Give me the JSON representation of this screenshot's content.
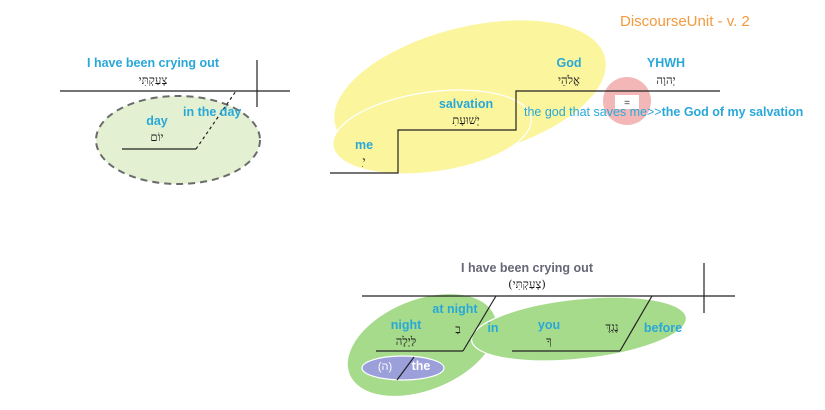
{
  "header": {
    "title": "DiscourseUnit - v. 2"
  },
  "colors": {
    "gloss": "#29a8d8",
    "gloss_gray": "#666677",
    "title": "#f39a3c",
    "yellow": "#fbf59e",
    "green_light": "#e3f1d2",
    "green": "#a6db8c",
    "purple": "#9b9fda",
    "pink": "#f4b7b8"
  },
  "unit1": {
    "verb_gloss": "I have been crying out",
    "verb_heb": "צָעַקְתִּי",
    "modifier_gloss": "in the day",
    "noun_gloss": "day",
    "noun_heb": "יוֹם"
  },
  "unit2": {
    "yhwh_gloss": "YHWH",
    "yhwh_heb": "יְהוָה",
    "god_gloss": "God",
    "god_heb": "אֱלֹהֵי",
    "salvation_gloss": "salvation",
    "salvation_heb": "יְשׁוּעָתִ",
    "me_gloss": "me",
    "me_heb": "ִי",
    "equals": "=",
    "paraphrase_plain": "the god that saves me>>",
    "paraphrase_bold": "the God of my salvation"
  },
  "unit3": {
    "verb_gloss": "I have been crying out",
    "verb_heb": "(צָעַקְתִּי)",
    "at_night_gloss": "at night",
    "at_night_heb": "בַ",
    "night_gloss": "night",
    "night_heb": "לַּיְלָה",
    "article_gloss": "the",
    "article_heb": "(ה)",
    "in_gloss": "in",
    "you_gloss": "you",
    "you_heb": "ךָ",
    "before_gloss": "before",
    "before_heb": "נֶגְדֶּ"
  }
}
